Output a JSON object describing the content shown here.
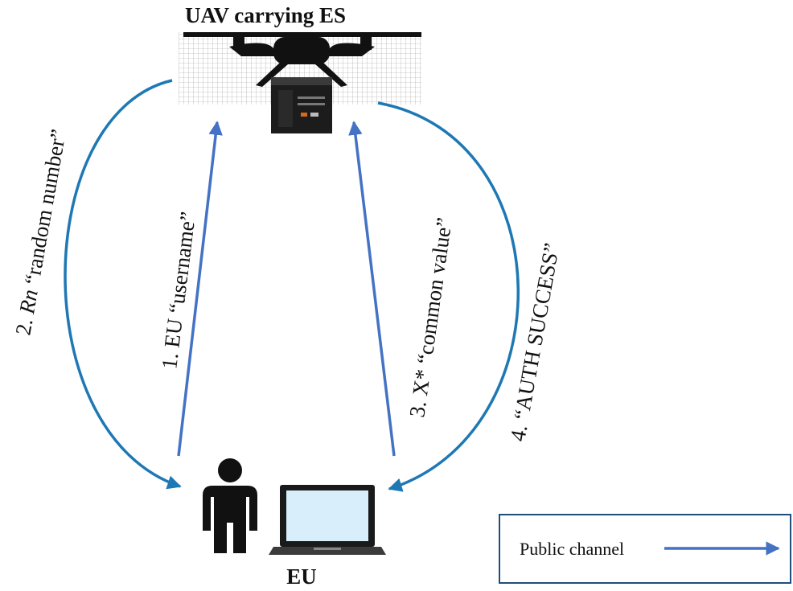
{
  "title": "UAV carrying ES",
  "node_bottom": "EU",
  "messages": [
    {
      "step": "1.",
      "text": "EU “username”"
    },
    {
      "step": "2.",
      "text_prefix": "Rn",
      "text": "“random number”"
    },
    {
      "step": "3.",
      "text": "X* “common value”"
    },
    {
      "step": "4.",
      "text": "“AUTH SUCCESS”"
    }
  ],
  "legend": {
    "label": "Public channel"
  },
  "colors": {
    "arrow": "#4472C4",
    "curve": "#1E78B4",
    "legend_border": "#1F4E79",
    "device": "#1a1a1a",
    "screen": "#D8EEFB"
  },
  "icons": [
    "drone-icon",
    "server-icon",
    "person-icon",
    "laptop-icon"
  ]
}
